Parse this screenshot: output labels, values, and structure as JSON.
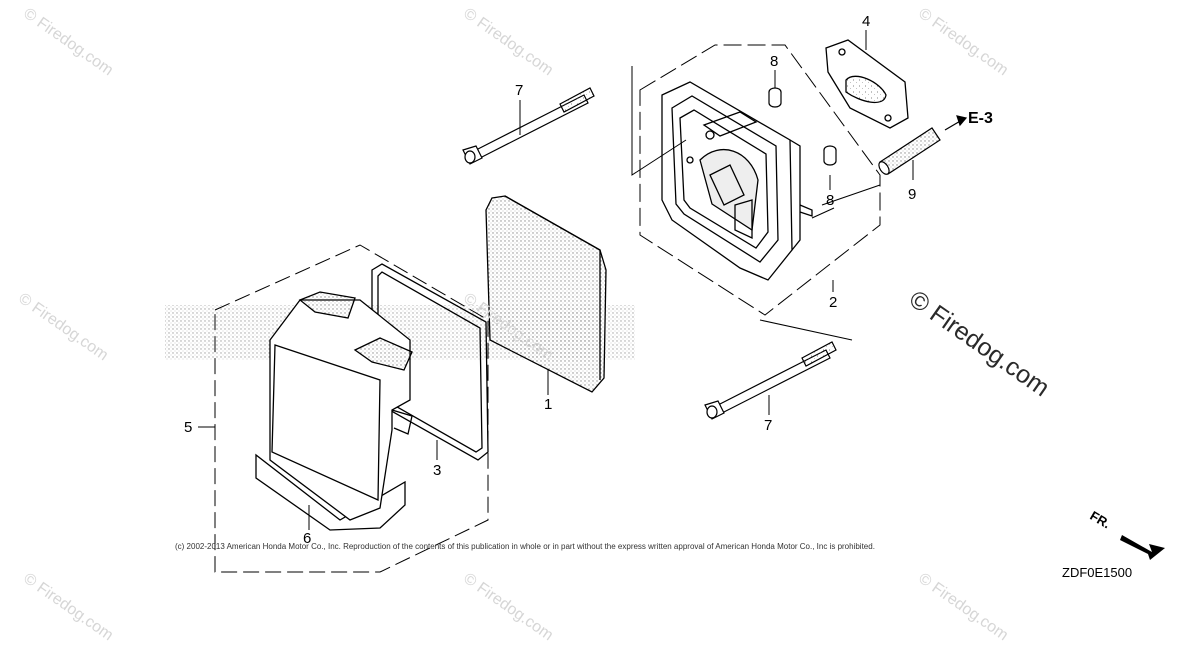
{
  "watermarks": {
    "small": "Firedog.com",
    "copyright_symbol": "©",
    "large": "© Firedog.com"
  },
  "callouts": {
    "c1": "1",
    "c2": "2",
    "c3": "3",
    "c4": "4",
    "c5": "5",
    "c6": "6",
    "c7a": "7",
    "c7b": "7",
    "c8a": "8",
    "c8b": "8",
    "c9": "9"
  },
  "reference": "E-3",
  "front_label": "FR.",
  "copyright": "(c) 2002-2013 American Honda Motor Co., Inc. Reproduction of the contents of this publication in whole or in part without the express written approval of American Honda Motor Co., Inc is prohibited.",
  "diagram_code": "ZDF0E1500",
  "colors": {
    "line": "#000000",
    "watermark": "#d6d6d6",
    "stipple": "#9a9a9a"
  }
}
